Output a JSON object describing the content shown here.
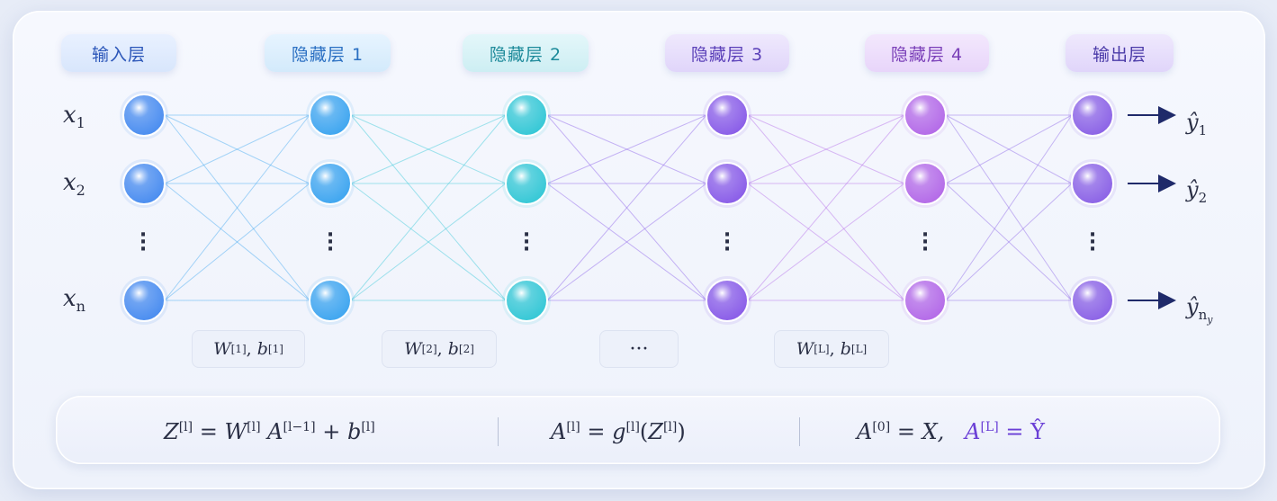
{
  "layers": [
    {
      "title": "输入层",
      "color": "#4a8df0"
    },
    {
      "title": "隐藏层 1",
      "color": "#3fa6f0"
    },
    {
      "title": "隐藏层 2",
      "color": "#35c8d6"
    },
    {
      "title": "隐藏层 3",
      "color": "#8a5de8"
    },
    {
      "title": "隐藏层 4",
      "color": "#b46ae8"
    },
    {
      "title": "输出层",
      "color": "#8c63e6"
    }
  ],
  "inputs": [
    {
      "base": "x",
      "sub": "1"
    },
    {
      "base": "x",
      "sub": "2"
    },
    {
      "base": "x",
      "sub": "n"
    }
  ],
  "outputs": [
    {
      "base": "ŷ",
      "sub": "1"
    },
    {
      "base": "ŷ",
      "sub": "2"
    },
    {
      "base": "ŷ",
      "sub": "n",
      "subsub": "y"
    }
  ],
  "weights": [
    {
      "w": "W",
      "sup": "[1]",
      "b": "b",
      "bsup": "[1]"
    },
    {
      "w": "W",
      "sup": "[2]",
      "b": "b",
      "bsup": "[2]"
    },
    {
      "ellipsis": "···"
    },
    {
      "w": "W",
      "sup": "[L]",
      "b": "b",
      "bsup": "[L]"
    }
  ],
  "formula": {
    "eq1": {
      "Z": "Z",
      "Zsup": "[l]",
      "eq": " = ",
      "W": "W",
      "Wsup": "[l]",
      "A": " A",
      "Asup": "[l−1]",
      "plus": " + ",
      "b": "b",
      "bsup": "[l]"
    },
    "eq2": {
      "A": "A",
      "Asup": "[l]",
      "eq": " = ",
      "g": "g",
      "gsup": "[l]",
      "open": "(",
      "Z": "Z",
      "Zsup": "[l]",
      "close": ")"
    },
    "eq3": {
      "A": "A",
      "Asup": "[0]",
      "eq": " = ",
      "X": "X,",
      "A2": "A",
      "A2sup": "[L]",
      "eq2": " = ",
      "Y": "Ŷ"
    }
  },
  "colors": {
    "arrow": "#1f2a6a",
    "accent": "#6a3fd6",
    "text": "#2a2f45"
  }
}
